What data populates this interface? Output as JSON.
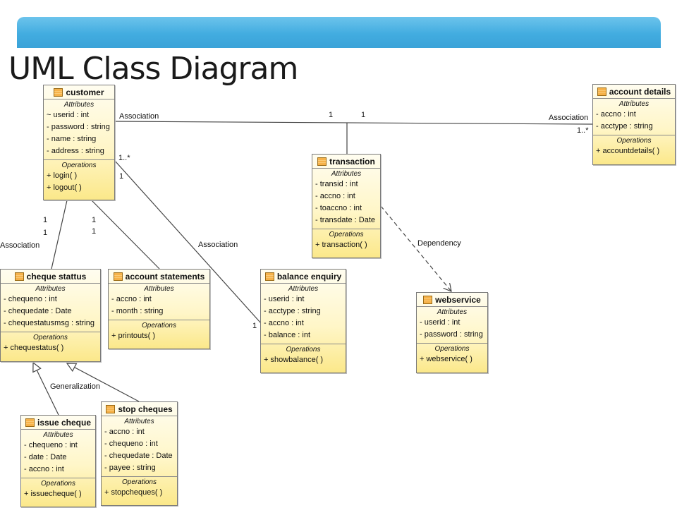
{
  "title": "UML Class Diagram",
  "section_labels": {
    "attributes": "Attributes",
    "operations": "Operations"
  },
  "classes": {
    "customer": {
      "name": "customer",
      "attributes": [
        "~ userid : int",
        "- password : string",
        "- name : string",
        "- address : string"
      ],
      "operations": [
        "+ login(  )",
        "+ logout(  )"
      ]
    },
    "account_details": {
      "name": "account details",
      "attributes": [
        "- accno : int",
        "- acctype : string"
      ],
      "operations": [
        "+ accountdetails(  )"
      ]
    },
    "transaction": {
      "name": "transaction",
      "attributes": [
        "- transid : int",
        "- accno : int",
        "- toaccno : int",
        "- transdate : Date"
      ],
      "operations": [
        "+ transaction(  )"
      ]
    },
    "cheque_status": {
      "name": "cheque stattus",
      "attributes": [
        "- chequeno : int",
        "- chequedate : Date",
        "- chequestatusmsg : string"
      ],
      "operations": [
        "+ chequestatus(  )"
      ]
    },
    "account_statements": {
      "name": "account statements",
      "attributes": [
        "- accno : int",
        "- month : string"
      ],
      "operations": [
        "+ printouts(  )"
      ]
    },
    "balance_enquiry": {
      "name": "balance enquiry",
      "attributes": [
        "- userid : int",
        "- acctype : string",
        "- accno : int",
        "- balance : int"
      ],
      "operations": [
        "+ showbalance(  )"
      ]
    },
    "webservice": {
      "name": "webservice",
      "attributes": [
        "- userid : int",
        "- password : string"
      ],
      "operations": [
        "+ webservice(  )"
      ]
    },
    "issue_cheque": {
      "name": "issue cheque",
      "attributes": [
        "- chequeno : int",
        "- date : Date",
        "- accno : int"
      ],
      "operations": [
        "+ issuecheque(  )"
      ]
    },
    "stop_cheques": {
      "name": "stop cheques",
      "attributes": [
        "- accno : int",
        "- chequeno : int",
        "- chequedate : Date",
        "- payee : string"
      ],
      "operations": [
        "+ stopcheques(  )"
      ]
    }
  },
  "labels": {
    "assoc_customer_account": "Association",
    "assoc_account_customer": "Association",
    "mult_1_a": "1",
    "mult_1_b": "1",
    "mult_many_account": "1..*",
    "mult_many_customer": "1..*",
    "mult_1_customer_balance": "1",
    "assoc_customer_balance": "Association",
    "mult_1_balance": "1",
    "dependency": "Dependency",
    "mult_1_cheque_a": "1",
    "mult_1_cheque_b": "1",
    "assoc_customer_cheque": "Association",
    "mult_1_statements_a": "1",
    "mult_1_statements_b": "1",
    "generalization": "Generalization"
  }
}
